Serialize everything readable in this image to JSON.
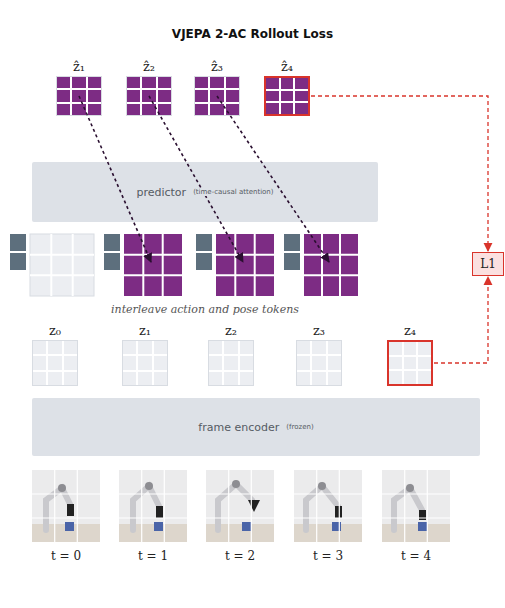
{
  "diagram": {
    "title": "VJEPA 2-AC Rollout Loss",
    "nodes": [
      {
        "text": [
          "ẑ₁"
        ]
      },
      {
        "text": [
          "ẑ₂"
        ]
      },
      {
        "text": [
          "ẑ₃"
        ]
      },
      {
        "text": [
          "ẑ₄"
        ]
      },
      {
        "text": [
          "predictor",
          "(time-causal attention)"
        ]
      },
      {
        "text": [
          "z₀"
        ]
      },
      {
        "text": [
          "z₁"
        ]
      },
      {
        "text": [
          "z₂"
        ]
      },
      {
        "text": [
          "z₃"
        ]
      },
      {
        "text": [
          "z₄"
        ]
      },
      {
        "text": [
          "frame encoder",
          "(frozen)"
        ]
      },
      {
        "text": [
          "L1"
        ]
      }
    ],
    "edges": [
      {
        "from": 3,
        "to": 11,
        "arrow": "to"
      },
      {
        "from": 9,
        "to": 11,
        "arrow": "to"
      }
    ],
    "labels": [
      "interleave action and pose tokens",
      "t = 0",
      "t = 1",
      "t = 2",
      "t = 3",
      "t = 4"
    ]
  }
}
